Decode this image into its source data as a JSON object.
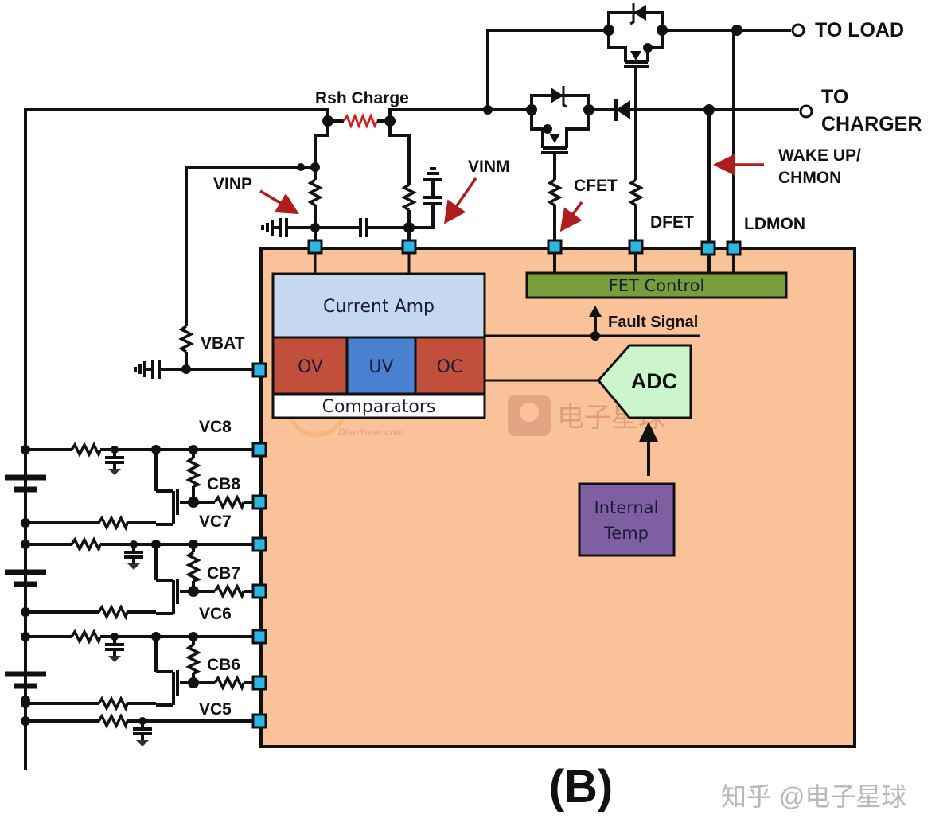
{
  "figure_label": "(B)",
  "colors": {
    "chip_fill": "#f9c299",
    "current_amp_fill": "#c6d8ef",
    "ov_fill": "#c0503c",
    "uv_fill": "#4a80d0",
    "oc_fill": "#c0503c",
    "comparators_fill": "#ffffff",
    "fet_control_fill": "#779e3a",
    "adc_fill": "#ccf5cc",
    "internal_temp_fill": "#7d5fa2",
    "pin_fill": "#2bb6e6",
    "shunt_resistor": "#d02020",
    "annotation_arrow": "#b01c1c"
  },
  "terminals": {
    "to_load": "TO LOAD",
    "to_charger_line1": "TO",
    "to_charger_line2": "CHARGER"
  },
  "signal_labels": {
    "rsh_charge": "Rsh Charge",
    "vinp": "VINP",
    "vinm": "VINM",
    "cfet": "CFET",
    "dfet": "DFET",
    "ldmon": "LDMON",
    "wake_up_line1": "WAKE UP/",
    "wake_up_line2": "CHMON",
    "vbat": "VBAT",
    "fault_signal": "Fault Signal"
  },
  "blocks": {
    "current_amp": "Current Amp",
    "ov": "OV",
    "uv": "UV",
    "oc": "OC",
    "comparators": "Comparators",
    "fet_control": "FET Control",
    "adc": "ADC",
    "internal_temp_line1": "Internal",
    "internal_temp_line2": "Temp"
  },
  "cell_pins": [
    {
      "vc": "VC8",
      "cb": "CB8"
    },
    {
      "vc": "VC7",
      "cb": "CB7"
    },
    {
      "vc": "VC6",
      "cb": "CB6"
    },
    {
      "vc": "VC5",
      "cb": ""
    }
  ],
  "watermarks": {
    "dianyuan": "DianYuan.com",
    "center": "电子星球",
    "zhihu": "知乎 @电子星球"
  }
}
